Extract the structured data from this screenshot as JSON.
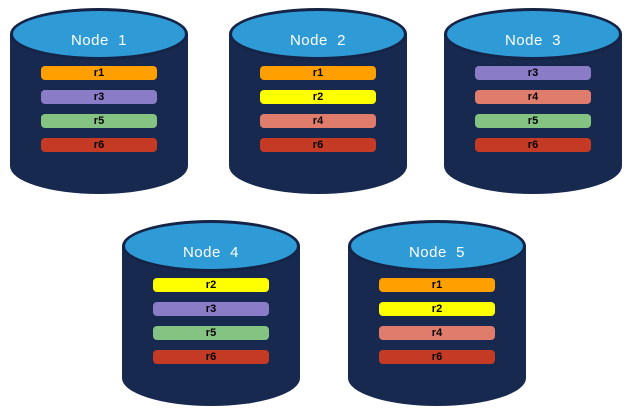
{
  "diagram": {
    "description": "Five database nodes with replicated partitions",
    "colors": {
      "cylinder_body": "#17294F",
      "cylinder_top": "#2E9AD6",
      "cylinder_outline": "#152446",
      "title_text": "#FFFFFF",
      "bar_text": "#000000",
      "replica_r1": "#FFA000",
      "replica_r2": "#FFFF00",
      "replica_r3": "#8B7CC8",
      "replica_r4": "#DF7C6B",
      "replica_r5": "#85C383",
      "replica_r6": "#C43A24"
    }
  },
  "nodes": [
    {
      "title": "Node  1",
      "bars": [
        {
          "label": "r1",
          "color": "#FFA000"
        },
        {
          "label": "r3",
          "color": "#8B7CC8"
        },
        {
          "label": "r5",
          "color": "#85C383"
        },
        {
          "label": "r6",
          "color": "#C43A24"
        }
      ]
    },
    {
      "title": "Node  2",
      "bars": [
        {
          "label": "r1",
          "color": "#FFA000"
        },
        {
          "label": "r2",
          "color": "#FFFF00"
        },
        {
          "label": "r4",
          "color": "#DF7C6B"
        },
        {
          "label": "r6",
          "color": "#C43A24"
        }
      ]
    },
    {
      "title": "Node  3",
      "bars": [
        {
          "label": "r3",
          "color": "#8B7CC8"
        },
        {
          "label": "r4",
          "color": "#DF7C6B"
        },
        {
          "label": "r5",
          "color": "#85C383"
        },
        {
          "label": "r6",
          "color": "#C43A24"
        }
      ]
    },
    {
      "title": "Node  4",
      "bars": [
        {
          "label": "r2",
          "color": "#FFFF00"
        },
        {
          "label": "r3",
          "color": "#8B7CC8"
        },
        {
          "label": "r5",
          "color": "#85C383"
        },
        {
          "label": "r6",
          "color": "#C43A24"
        }
      ]
    },
    {
      "title": "Node  5",
      "bars": [
        {
          "label": "r1",
          "color": "#FFA000"
        },
        {
          "label": "r2",
          "color": "#FFFF00"
        },
        {
          "label": "r4",
          "color": "#DF7C6B"
        },
        {
          "label": "r6",
          "color": "#C43A24"
        }
      ]
    }
  ]
}
